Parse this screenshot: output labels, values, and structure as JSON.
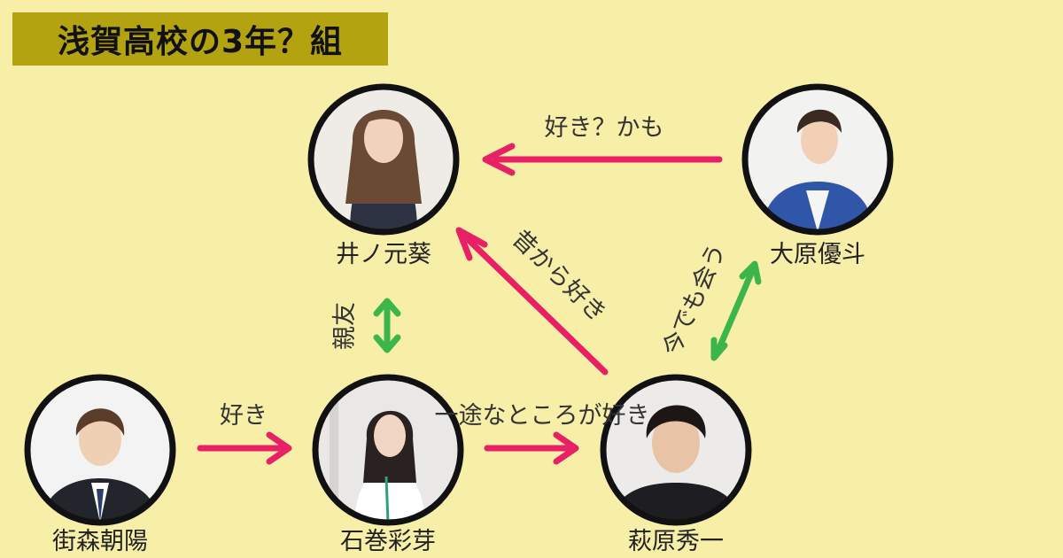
{
  "title": "浅賀高校の3年？組",
  "colors": {
    "background": "#f7eea8",
    "title_bg": "#b3a310",
    "pink_arrow": "#e82066",
    "green_arrow": "#3cb64b",
    "node_border": "#111111"
  },
  "nodes": {
    "inono": {
      "name": "井ノ元葵",
      "icon": "woman-portrait"
    },
    "ohara": {
      "name": "大原優斗",
      "icon": "man-portrait"
    },
    "machimori": {
      "name": "街森朝陽",
      "icon": "man-portrait"
    },
    "ishimaki": {
      "name": "石巻彩芽",
      "icon": "woman-portrait"
    },
    "hagiwara": {
      "name": "萩原秀一",
      "icon": "man-portrait"
    }
  },
  "edges": {
    "ohara_inono": {
      "label": "好き？かも"
    },
    "hagiwara_inono": {
      "label": "昔から好き"
    },
    "ishimaki_inono": {
      "label": "親友"
    },
    "hagiwara_ohara": {
      "label": "今でも会う"
    },
    "machimori_ishimaki": {
      "label": "好き"
    },
    "ishimaki_hagiwara": {
      "label": "一途なところが好き"
    }
  }
}
